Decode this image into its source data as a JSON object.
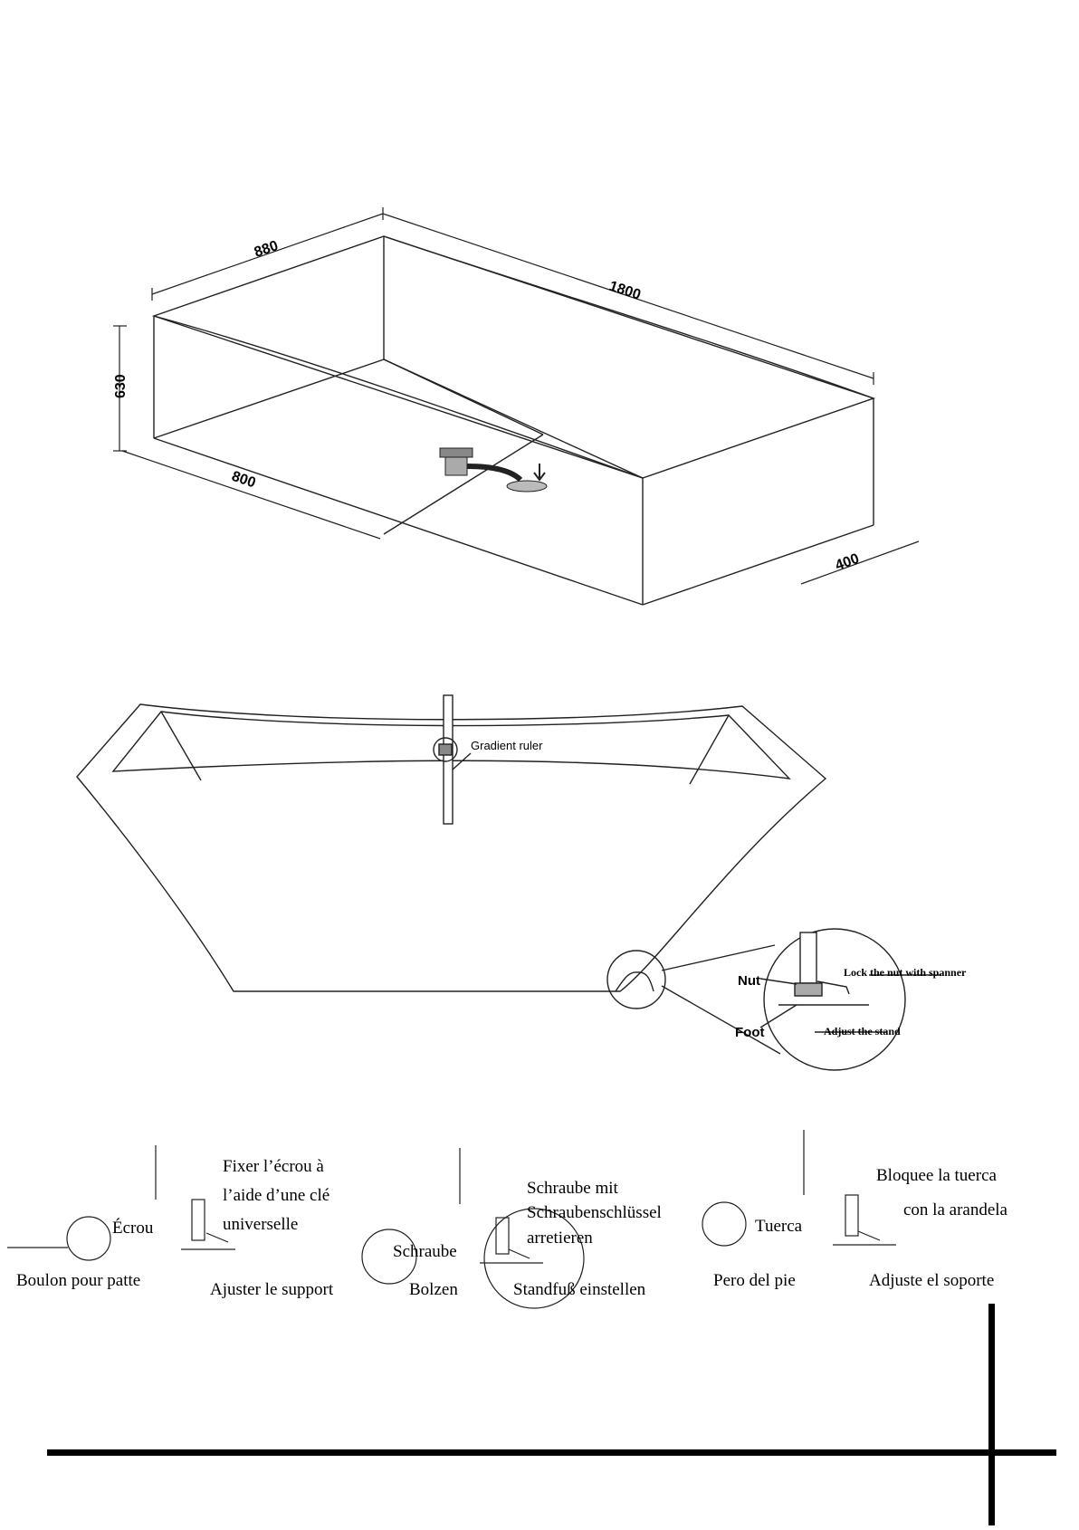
{
  "dimensions": {
    "width": "880",
    "length": "1800",
    "height": "630",
    "base_width": "800",
    "base_height": "400"
  },
  "side_view": {
    "gradient_label": "Gradient ruler",
    "nut_label": "Nut",
    "foot_label": "Foot",
    "lock_label": "Lock the nut with spanner",
    "adjust_label": "Adjust the stand"
  },
  "french": {
    "fix_line1": "Fixer l’écrou à",
    "fix_line2": "l’aide d’une clé",
    "fix_line3": "universelle",
    "nut": "Écrou",
    "bolt": "Boulon pour patte",
    "adjust": "Ajuster le support"
  },
  "german": {
    "fix_line1": "Schraube mit",
    "fix_line2": "Schraubenschlüssel",
    "fix_line3": "arretieren",
    "nut": "Schraube",
    "bolt": "Bolzen",
    "adjust": "Standfuß einstellen"
  },
  "spanish": {
    "fix_line1": "Bloquee la tuerca",
    "fix_line2": "con la arandela",
    "nut": "Tuerca",
    "bolt": "Pero del pie",
    "adjust": "Adjuste el soporte"
  }
}
